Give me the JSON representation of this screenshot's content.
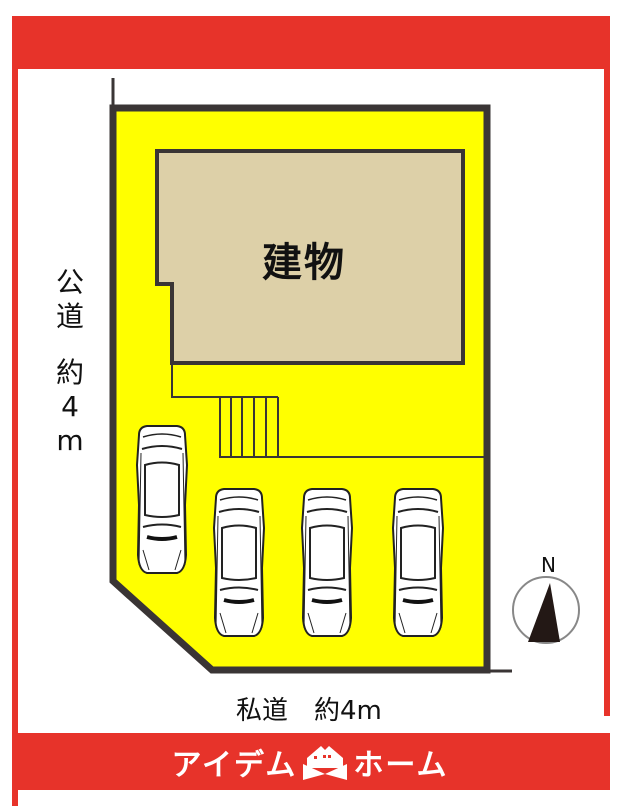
{
  "diagram": {
    "type": "site-plan",
    "building_label": "建物",
    "left_road": {
      "label_line1": "公",
      "label_line2": "道",
      "label_line3": "約",
      "label_line4": "4",
      "label_line5": "m",
      "full_text": "公道 約4m"
    },
    "bottom_road": {
      "label": "私道　約4m"
    },
    "north_arrow": {
      "label": "N"
    },
    "parking_spaces": 4,
    "stairs_steps": 5
  },
  "branding": {
    "text_left": "アイデム",
    "text_right": "ホーム",
    "full_text": "アイデムホーム"
  },
  "colors": {
    "frame_red": "#e7332a",
    "lot_yellow": "#ffff00",
    "building_tan": "#ddd0a8",
    "outline_dark": "#3a3535",
    "car_white": "#ffffff"
  }
}
